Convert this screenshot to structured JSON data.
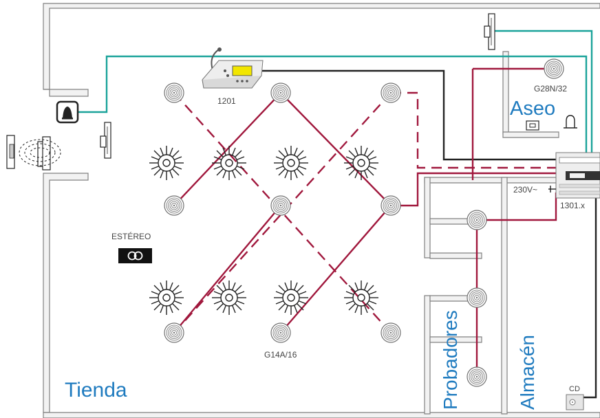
{
  "rooms": {
    "store": "Tienda",
    "toilet": "Aseo",
    "fitting": "Probadores",
    "storage": "Almacén"
  },
  "labels": {
    "console": "1201",
    "ceiling_speaker": "G14A/16",
    "toilet_speaker": "G28N/32",
    "amplifier": "1301.x",
    "mains": "230V~",
    "stereo": "ESTÉREO",
    "cd": "CD"
  },
  "colors": {
    "wall": "#808080",
    "wall_fill": "#f2f2f2",
    "speaker_line": "#a0173c",
    "control_line": "#222222",
    "door_line": "#1aa39a",
    "room_label": "#1f7bbf",
    "speaker_ring": "#707070"
  },
  "icons": [
    "bell-icon",
    "door-contact-icon",
    "intrusion-sensor-icon",
    "microphone-console-icon",
    "ceiling-speaker-icon",
    "sprinkler-icon",
    "stereo-icon",
    "amplifier-icon",
    "cd-player-icon",
    "switch-icon",
    "lamp-icon"
  ]
}
